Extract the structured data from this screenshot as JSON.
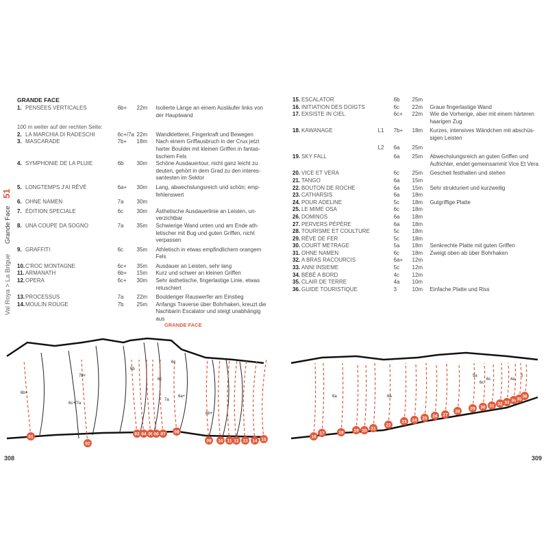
{
  "sidebar": {
    "region": "Val Roya > La Brigue",
    "sector": "Grande Face",
    "chapter": "51"
  },
  "left": {
    "title": "GRANDE FACE",
    "intro": "100 m weiter auf der rechten Seite:",
    "routes": [
      {
        "num": "1.",
        "name": "PENSÉES VERTICALES",
        "grade": "6b+",
        "length": "22m",
        "desc": "Isolierte Länge an einem Ausläufer links von der Hauptwand"
      },
      {
        "num": "2.",
        "name": "LA MARCHIA DI RADESCHI",
        "grade": "6c+/7a",
        "length": "22m",
        "desc": "Wandkletterei, Fingerkraft und Bewegen"
      },
      {
        "num": "3.",
        "name": "MASCARADE",
        "grade": "7b+",
        "length": "18m",
        "desc": "Nach einem Griffausbruch in der Crux jetzt harter Boulder mit kleinen Griffen in fantas-tischem Fels"
      },
      {
        "num": "4.",
        "name": "SYMPHONIE DE LA PLUIE",
        "grade": "6b",
        "length": "30m",
        "desc": "Schöne Ausdauertour, nicht ganz leicht zu deuten, gehört in dem Grad zu den interes-santesten im Sektor"
      },
      {
        "num": "5.",
        "name": "LONGTEMPS J'AI RÊVÉ",
        "grade": "6a+",
        "length": "30m",
        "desc": "Lang, abwechslungsreich und schön; emp-fehlenswert"
      },
      {
        "num": "6.",
        "name": "OHNE NAMEN",
        "grade": "7a",
        "length": "30m",
        "desc": ""
      },
      {
        "num": "7.",
        "name": "ÉDITION SPECIALE",
        "grade": "6c",
        "length": "30m",
        "desc": "Ästhetische Ausdauerlinie an Leisten, un-verzichtbar"
      },
      {
        "num": "8.",
        "name": "UNA COUPE DA SOGNO",
        "grade": "7a",
        "length": "35m",
        "desc": "Schwierige Wand unten und am Ende ath-letischer mit Bug und guten Griffen, nicht verpassen"
      },
      {
        "num": "9.",
        "name": "GRAFFITI",
        "grade": "6c",
        "length": "35m",
        "desc": "Athletisch in etwas empfindlichem orangem Fels"
      },
      {
        "num": "10.",
        "name": "C'ROC MONTAGNE",
        "grade": "6c+",
        "length": "35m",
        "desc": "Ausdauer an Leisten, sehr lang"
      },
      {
        "num": "11.",
        "name": "ARMANATH",
        "grade": "6b+",
        "length": "15m",
        "desc": "Kurz und schwer an kleinen Griffen"
      },
      {
        "num": "12.",
        "name": "OPERA",
        "grade": "6c+",
        "length": "30m",
        "desc": "Sehr ästhetische, fingerlastige Linie, etwas retuschiert"
      },
      {
        "num": "13.",
        "name": "PROCESSUS",
        "grade": "7a",
        "length": "22m",
        "desc": "Boulderiger Rauswerfer am Einstieg"
      },
      {
        "num": "14.",
        "name": "MOULIN ROUGE",
        "grade": "7b",
        "length": "25m",
        "desc": "Anfangs Traverse über Bohrhaken, kreuzt die Nachbarin Escalator und steigt unabhängig aus"
      }
    ]
  },
  "right": {
    "routes": [
      {
        "num": "15.",
        "pitch": "",
        "name": "ESCALATOR",
        "grade": "6b",
        "length": "25m",
        "desc": ""
      },
      {
        "num": "16.",
        "pitch": "",
        "name": "INITIATION DES DOIGTS",
        "grade": "6c",
        "length": "22m",
        "desc": "Graue fingerlastige Wand"
      },
      {
        "num": "17.",
        "pitch": "",
        "name": "EXSISTE IN CIEL",
        "grade": "6c+",
        "length": "22m",
        "desc": "Wie die Vorherige, aber mit einem härteren haarigen Zug"
      },
      {
        "num": "18.",
        "pitch": "L1",
        "name": "KAWANAGE",
        "grade": "7b+",
        "length": "18m",
        "desc": "Kurzes, intensives Wändchen mit abschüs-sigen Leisten"
      },
      {
        "num": "",
        "pitch": "L2",
        "name": "",
        "grade": "6a",
        "length": "25m",
        "desc": ""
      },
      {
        "num": "19.",
        "pitch": "",
        "name": "SKY FALL",
        "grade": "6a",
        "length": "25m",
        "desc": "Abwechslungsreich an guten Griffen und Aufrichter, endet gemeinsammit Vice Et Vera"
      },
      {
        "num": "20.",
        "pitch": "",
        "name": "VICE ET VERA",
        "grade": "6c",
        "length": "25m",
        "desc": "Gescheit festhalten und stehen"
      },
      {
        "num": "21.",
        "pitch": "",
        "name": "TANGO",
        "grade": "6a",
        "length": "15m",
        "desc": ""
      },
      {
        "num": "22.",
        "pitch": "",
        "name": "BOUTON DE ROCHE",
        "grade": "6a",
        "length": "15m",
        "desc": "Sehr strukturiert und kurzweilig"
      },
      {
        "num": "23.",
        "pitch": "",
        "name": "CATHARSIS",
        "grade": "6a",
        "length": "18m",
        "desc": ""
      },
      {
        "num": "24.",
        "pitch": "",
        "name": "POUR ADELINE",
        "grade": "5c",
        "length": "18m",
        "desc": "Gutgriffige Platte"
      },
      {
        "num": "25.",
        "pitch": "",
        "name": "LE MIME OSA",
        "grade": "6c",
        "length": "18m",
        "desc": ""
      },
      {
        "num": "26.",
        "pitch": "",
        "name": "DOMINOS",
        "grade": "6a",
        "length": "18m",
        "desc": ""
      },
      {
        "num": "27.",
        "pitch": "",
        "name": "PERVERS PÉPÈRE",
        "grade": "6a",
        "length": "18m",
        "desc": ""
      },
      {
        "num": "28.",
        "pitch": "",
        "name": "TOURISME ET COULTURE",
        "grade": "5c",
        "length": "18m",
        "desc": ""
      },
      {
        "num": "29.",
        "pitch": "",
        "name": "RÊVE DE FER",
        "grade": "5c",
        "length": "18m",
        "desc": ""
      },
      {
        "num": "30.",
        "pitch": "",
        "name": "COURT METRAGE",
        "grade": "5a",
        "length": "18m",
        "desc": "Senkrechte Platte mit guten Griffen"
      },
      {
        "num": "31.",
        "pitch": "",
        "name": "OHNE NAMEN",
        "grade": "6c",
        "length": "18m",
        "desc": "Zweigt oben ab über Bohrhaken"
      },
      {
        "num": "32.",
        "pitch": "",
        "name": "A BRAS RACOURCIS",
        "grade": "6a+",
        "length": "12m",
        "desc": ""
      },
      {
        "num": "33.",
        "pitch": "",
        "name": "ANNI INSIEME",
        "grade": "5c",
        "length": "12m",
        "desc": ""
      },
      {
        "num": "34.",
        "pitch": "",
        "name": "BÉBÉ A BORD",
        "grade": "4c",
        "length": "12m",
        "desc": ""
      },
      {
        "num": "35.",
        "pitch": "",
        "name": "CLAIR DE TERRE",
        "grade": "4a",
        "length": "10m",
        "desc": ""
      },
      {
        "num": "36.",
        "pitch": "",
        "name": "GUIDE TOURISTIQUE",
        "grade": "3",
        "length": "10m",
        "desc": "Einfache Platte und Riss"
      }
    ]
  },
  "topo": {
    "label": "GRANDE FACE",
    "left_markers": [
      "01",
      "02",
      "03",
      "04",
      "05",
      "06",
      "07",
      "08",
      "09",
      "10",
      "11",
      "12",
      "13",
      "14",
      "15"
    ],
    "right_markers": [
      "16",
      "17",
      "18",
      "19",
      "20",
      "21",
      "22",
      "23",
      "24",
      "25",
      "26",
      "27",
      "28",
      "29",
      "30",
      "31",
      "32",
      "33",
      "34",
      "35",
      "36"
    ],
    "left_grades": [
      "6b+",
      "6c+/7a",
      "7b+",
      "6b",
      "6c",
      "7a",
      "6a+",
      "6c",
      "6b+"
    ],
    "right_grades": [
      "6a",
      "6a",
      "6c",
      "5a",
      "6c",
      "4a",
      "3"
    ],
    "accent": "#e05a3a"
  },
  "pages": {
    "left": "308",
    "right": "309"
  }
}
